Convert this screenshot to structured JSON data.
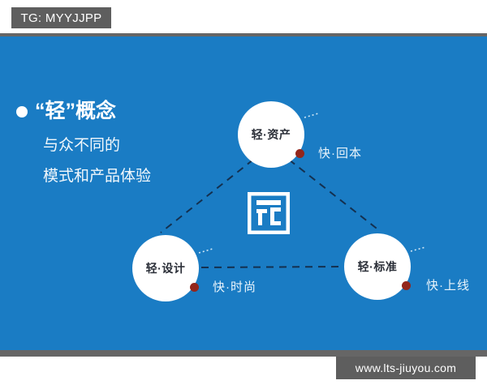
{
  "watermarks": {
    "tg_badge": "TG: MYYJJPP",
    "site_badge": "www.lts-jiuyou.com"
  },
  "poster": {
    "background_color": "#1a7cc4",
    "headline": {
      "bullet_icon": "bullet-dot-icon",
      "title": "“轻”概念",
      "sub_line_1": "与众不同的",
      "sub_line_2": "模式和产品体验"
    },
    "center_logo": {
      "icon": "brand-square-logo-icon",
      "color": "#ffffff"
    },
    "diagram": {
      "connector_color": "#14304f",
      "anchor_dot_color": "#93261c",
      "nodes": [
        {
          "id": "asset",
          "label": "轻·资产",
          "tag": "快·回本"
        },
        {
          "id": "design",
          "label": "轻·设计",
          "tag": "快·时尚"
        },
        {
          "id": "std",
          "label": "轻·标准",
          "tag": "快·上线"
        }
      ]
    }
  }
}
